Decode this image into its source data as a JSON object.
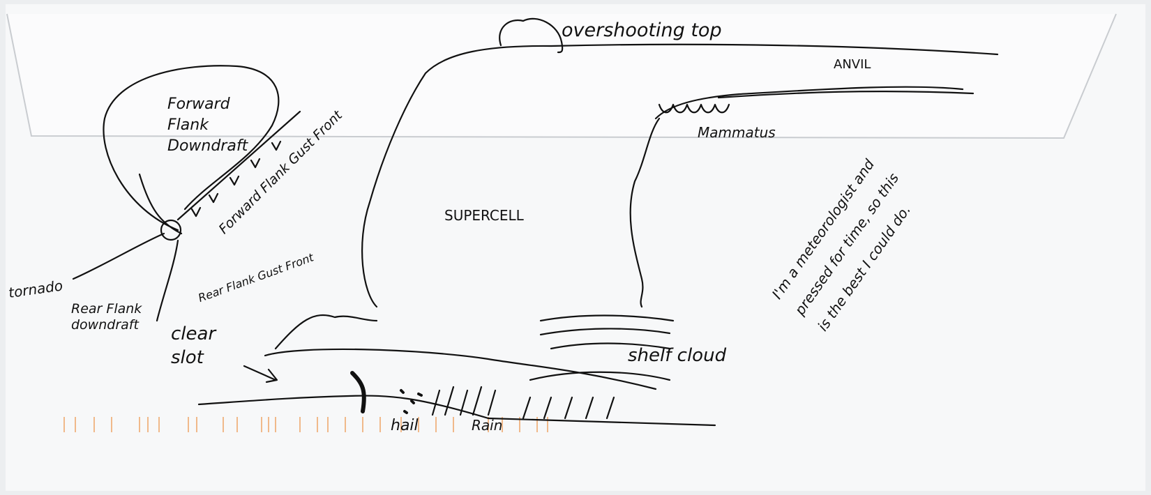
{
  "sketch": {
    "overshooting_top": "overshooting top",
    "anvil": "ANVIL",
    "mammatus": "Mammatus",
    "supercell": "SUPERCELL",
    "forward_flank_downdraft": "Forward Flank Downdraft",
    "forward_flank_gust_front": "Forward Flank Gust Front",
    "rear_flank_downdraft": "Rear Flank downdraft",
    "rear_flank_gust_front": "Rear Flank Gust Front",
    "tornado": "tornado",
    "clear_slot": "clear slot",
    "shelf_cloud": "shelf cloud",
    "hail": "hail",
    "rain": "Rain",
    "note": {
      "line1": "I'm a meteorologist and",
      "line2": "pressed for time, so this",
      "line3": "is the best I could do."
    }
  },
  "colors": {
    "paper": "#f7f8f9",
    "ink": "#111111",
    "barcode": "#f0b98a"
  }
}
